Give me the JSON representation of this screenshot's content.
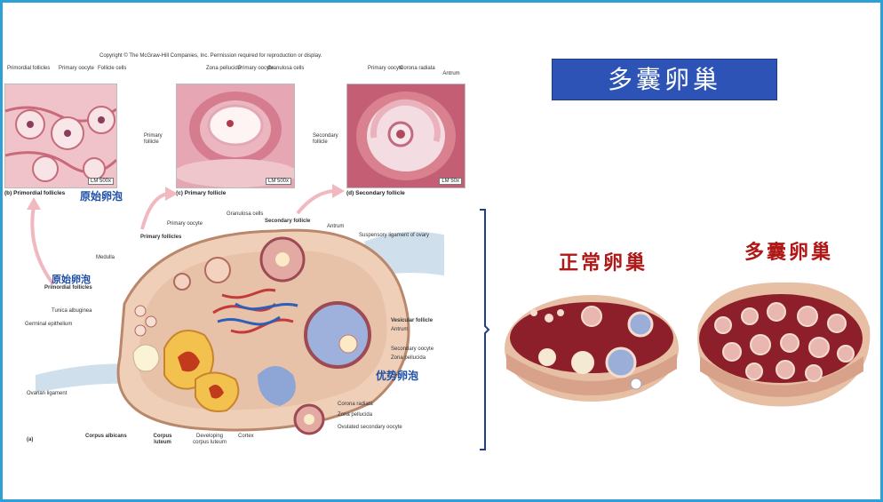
{
  "title": "多囊卵巢",
  "copyright": "Copyright © The McGraw-Hill Companies, Inc. Permission required for reproduction or display.",
  "panels": {
    "b": {
      "caption": "(b) Primordial follicles",
      "cn": "原始卵泡",
      "lm": "LM 500x",
      "labels": [
        "Primordial follicles",
        "Primary oocyte",
        "Follicle cells"
      ]
    },
    "c": {
      "caption": "(c) Primary follicle",
      "lm": "LM 500x",
      "labels": [
        "Zona pellucida",
        "Primary oocyte",
        "Granulosa cells",
        "Primary follicle"
      ]
    },
    "d": {
      "caption": "(d) Secondary follicle",
      "lm": "LM 50x",
      "labels": [
        "Primary oocyte",
        "Corona radiata",
        "Antrum",
        "Secondary follicle"
      ]
    }
  },
  "diagram": {
    "panel_label": "(a)",
    "cn_primordial": "原始卵泡",
    "cn_dominant": "优势卵泡",
    "labels": {
      "primary_oocyte": "Primary oocyte",
      "granulosa_cells": "Granulosa cells",
      "secondary_follicle": "Secondary follicle",
      "antrum_top": "Antrum",
      "suspensory": "Suspensory ligament of ovary",
      "primary_follicles": "Primary follicles",
      "medulla": "Medulla",
      "primordial_follicles": "Primordial follicles",
      "tunica": "Tunica albuginea",
      "germinal": "Germinal epithelium",
      "ovarian_ligament": "Ovarian ligament",
      "vesicular_follicle": "Vesicular follicle",
      "antrum": "Antrum",
      "secondary_oocyte": "Secondary oocyte",
      "zona_pellucida": "Zona pellucida",
      "corona_radiata": "Corona radiata",
      "zona_pellucida2": "Zona pellucida",
      "ovulated": "Ovulated secondary oocyte",
      "corpus_albicans": "Corpus albicans",
      "corpus_luteum": "Corpus luteum",
      "developing_cl": "Developing corpus luteum",
      "cortex": "Cortex"
    }
  },
  "right": {
    "normal": "正常卵巢",
    "pcos": "多囊卵巢"
  }
}
